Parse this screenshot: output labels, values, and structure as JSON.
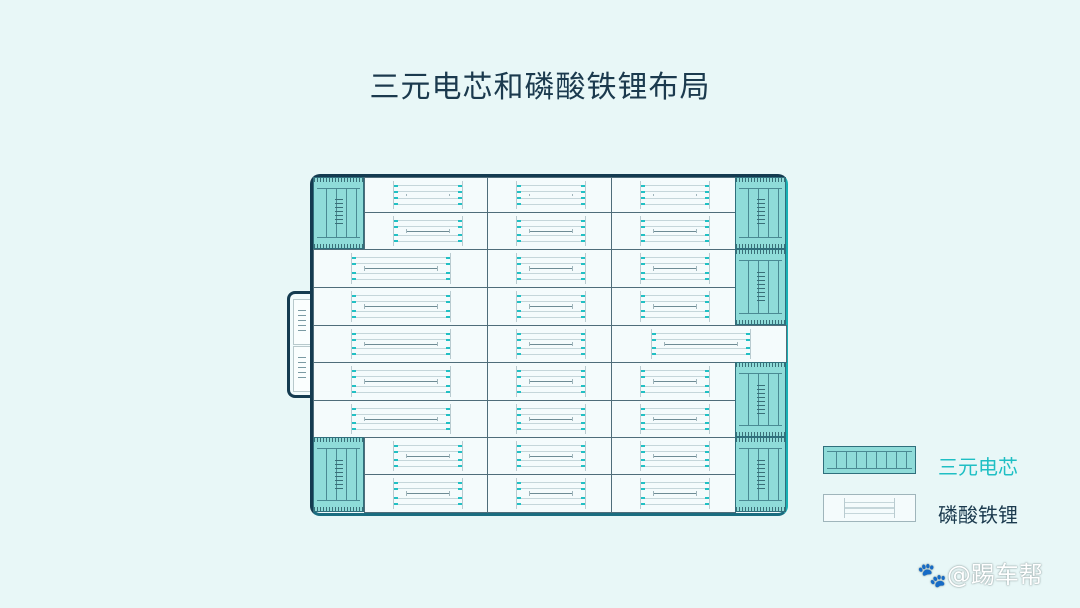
{
  "title": "三元电芯和磷酸铁锂布局",
  "legend": [
    {
      "label": "三元电芯",
      "color": "#1fbfc4",
      "type": "ncm"
    },
    {
      "label": "磷酸铁锂",
      "color": "#1b3a4e",
      "type": "lfp"
    }
  ],
  "watermark": "🐾@踢车帮",
  "colors": {
    "ncm_fill": "#8fdcd9",
    "lfp_fill": "#f4fbfc",
    "frame": "#143b50",
    "accent": "#18b0b4"
  }
}
